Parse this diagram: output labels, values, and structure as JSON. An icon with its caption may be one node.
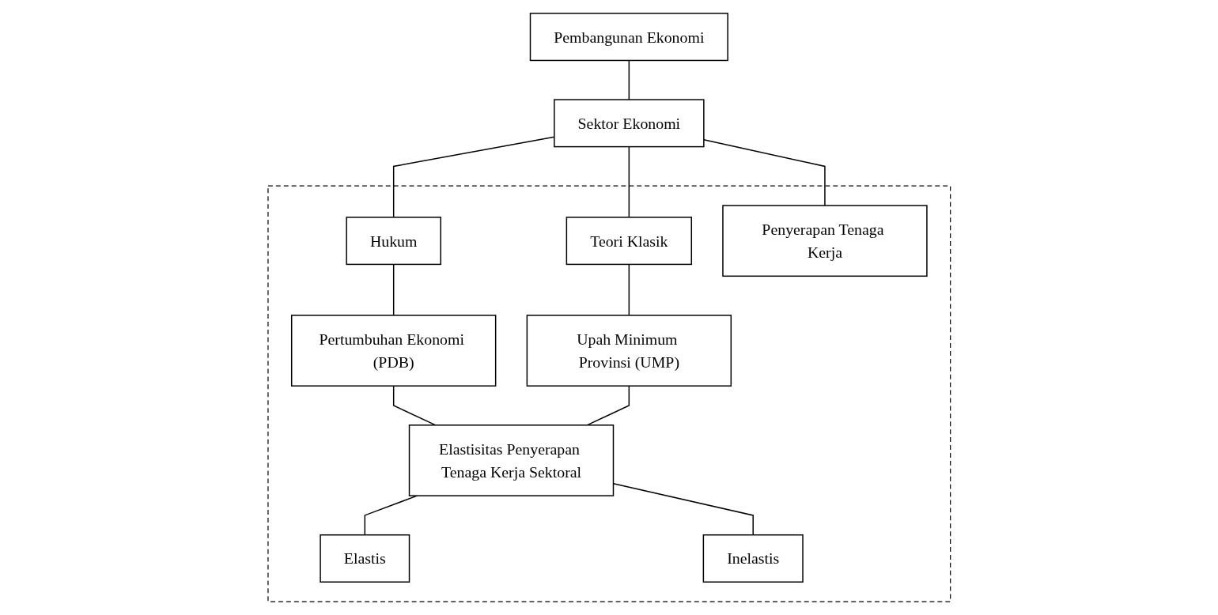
{
  "diagram": {
    "nodes": [
      {
        "text": [
          "Pembangunan Ekonomi"
        ]
      },
      {
        "text": [
          "Sektor Ekonomi"
        ]
      },
      {
        "text": [],
        "shape": "box"
      },
      {
        "text": [
          "Hukum"
        ],
        "in": 2
      },
      {
        "text": [
          "Teori Klasik"
        ],
        "in": 2
      },
      {
        "text": [
          "Pertumbuhan Ekonomi (PDB)"
        ],
        "in": 2
      },
      {
        "text": [
          "Penyerapan Tenaga Kerja"
        ],
        "in": 2
      },
      {
        "text": [
          "Upah Minimum Provinsi (UMP)"
        ],
        "in": 2
      },
      {
        "text": [
          "Elastisitas Penyerapan Tenaga Kerja Sektoral"
        ],
        "in": 2
      },
      {
        "text": [
          "Elastis"
        ],
        "in": 2
      },
      {
        "text": [
          "Inelastis"
        ],
        "in": 2
      }
    ],
    "edges": [
      {
        "from": 0,
        "to": 1,
        "arrow": "none"
      },
      {
        "from": 1,
        "to": 3,
        "arrow": "none"
      },
      {
        "from": 1,
        "to": 6,
        "arrow": "none"
      },
      {
        "from": 1,
        "to": 4,
        "arrow": "none"
      },
      {
        "from": 3,
        "to": 5,
        "arrow": "none"
      },
      {
        "from": 4,
        "to": 7,
        "arrow": "none"
      },
      {
        "from": 5,
        "to": 8,
        "arrow": "none"
      },
      {
        "from": 7,
        "to": 8,
        "arrow": "none"
      },
      {
        "from": 8,
        "to": 9,
        "arrow": "none"
      },
      {
        "from": 8,
        "to": 10,
        "arrow": "none"
      }
    ]
  }
}
